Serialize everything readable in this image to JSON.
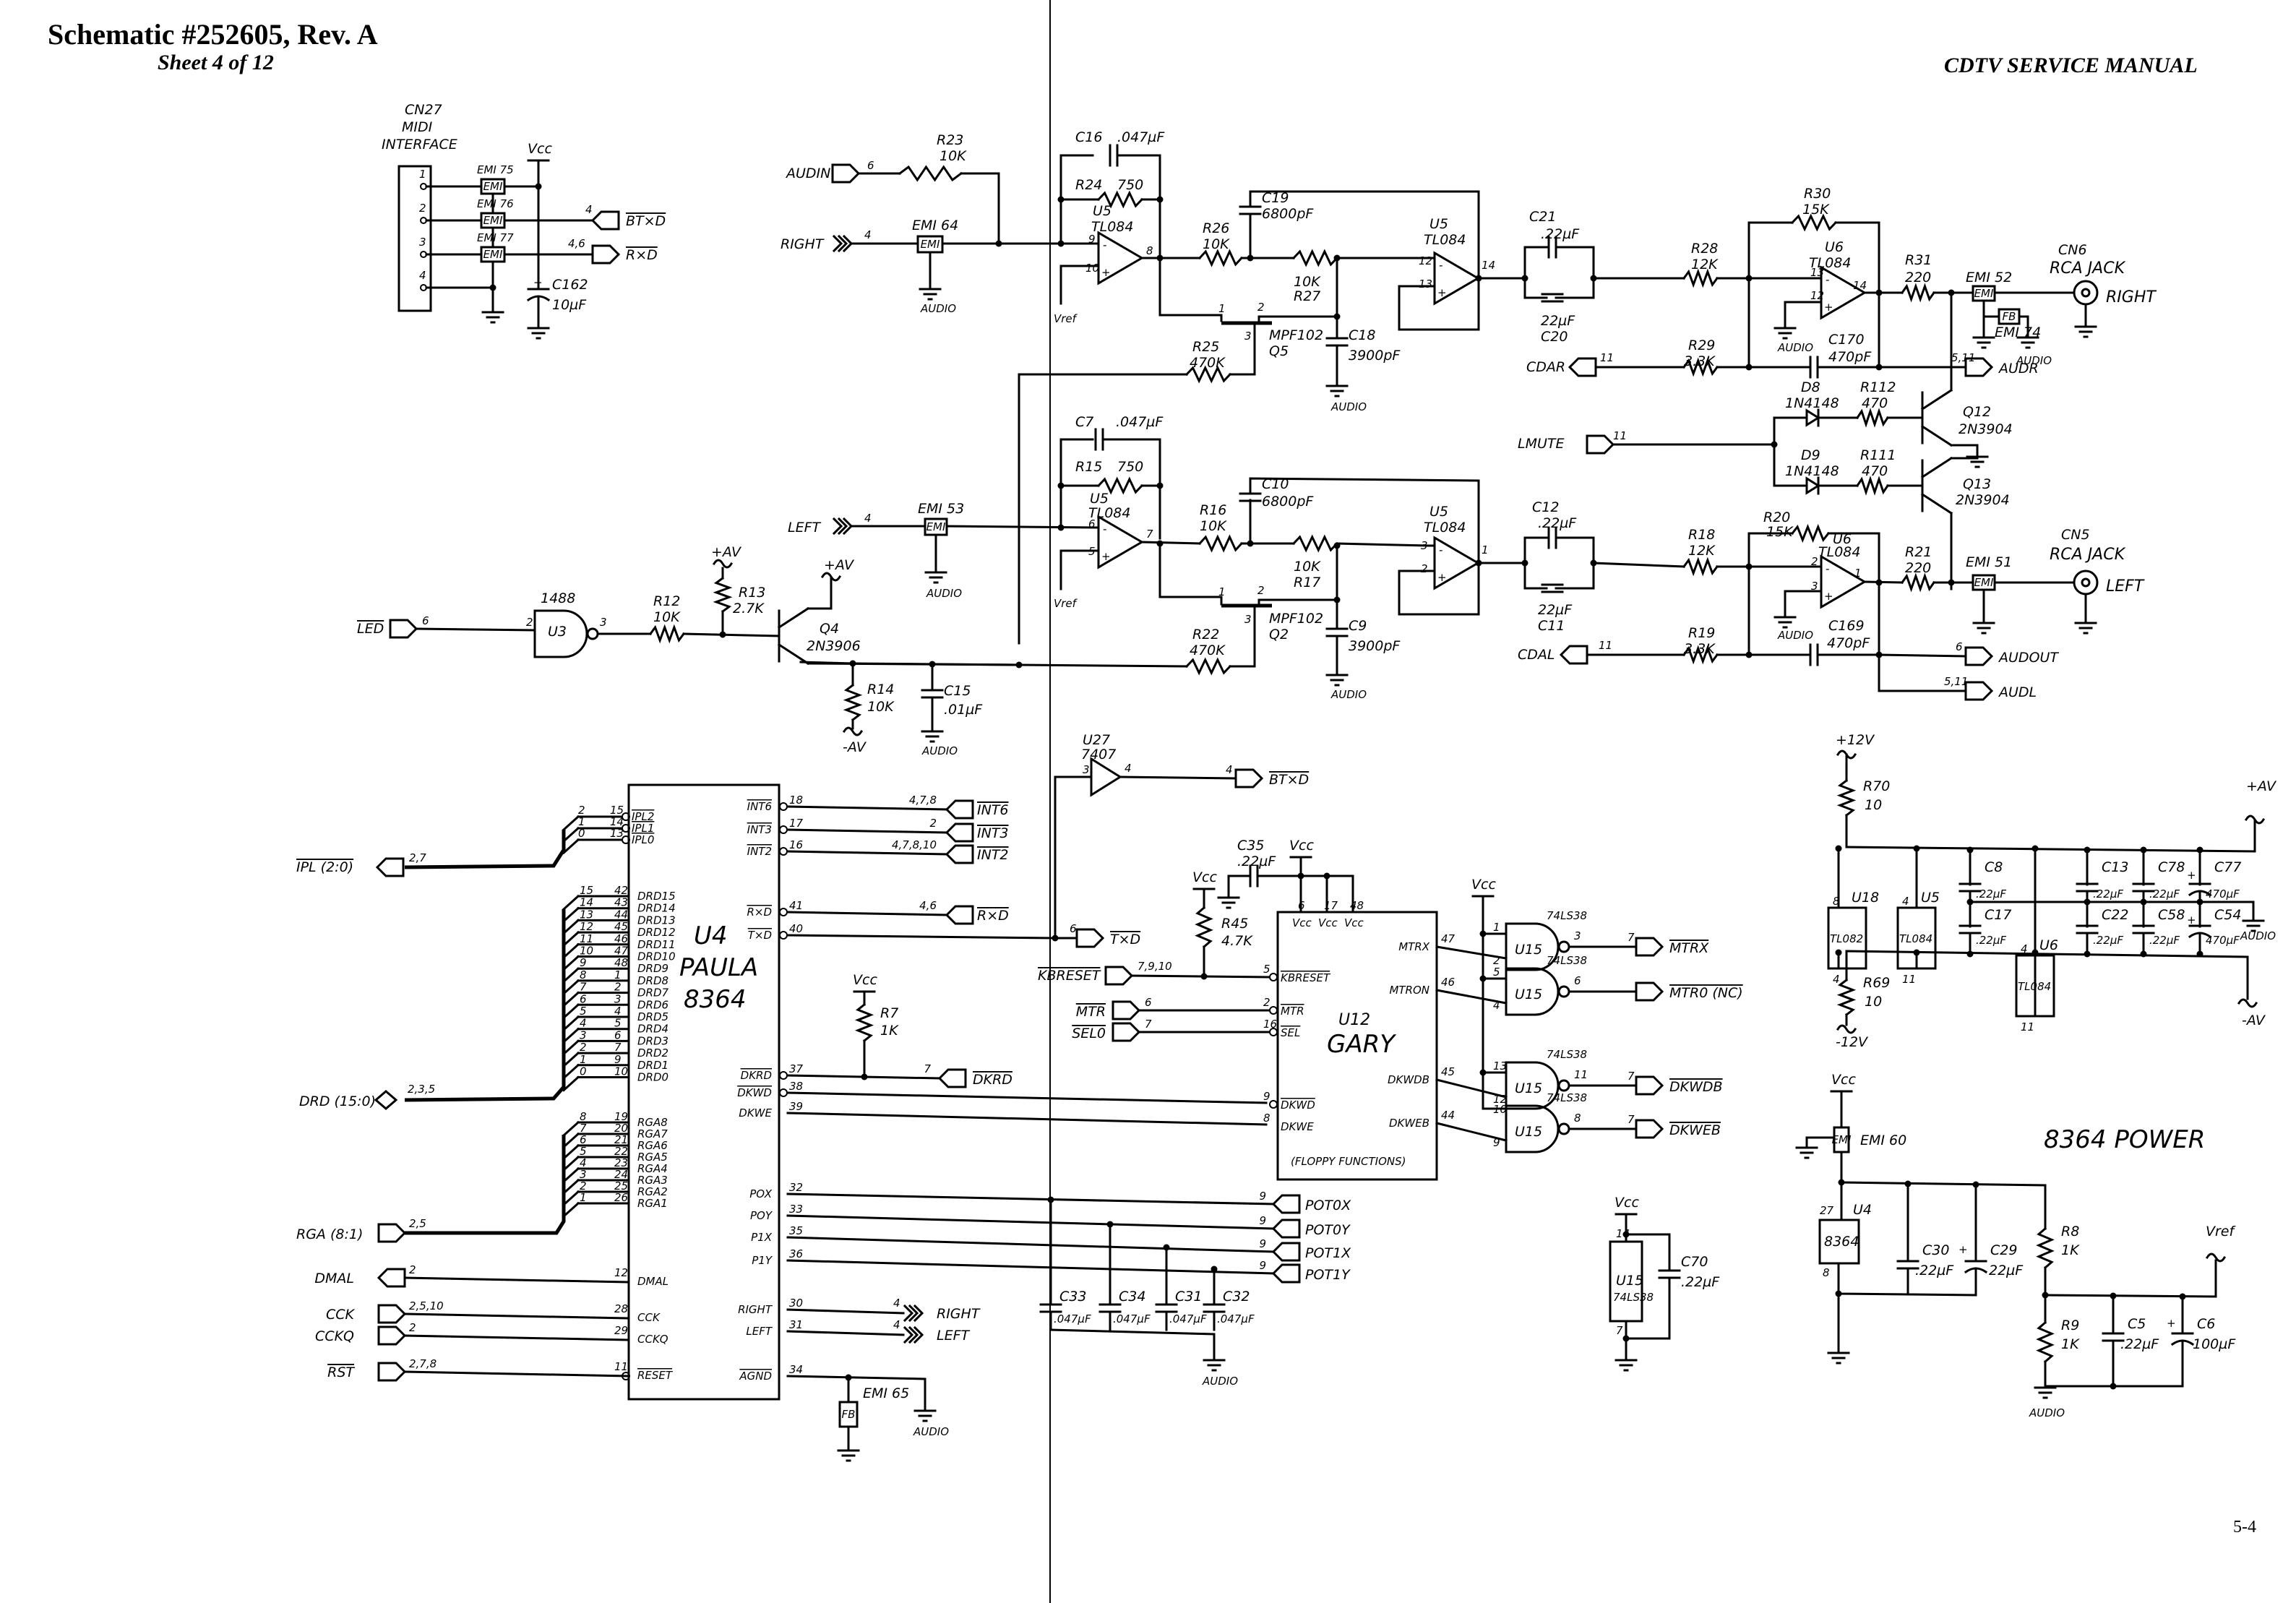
{
  "header": {
    "title": "Schematic #252605, Rev. A",
    "sheet": "Sheet 4 of 12",
    "manual": "CDTV SERVICE MANUAL",
    "page_number": "5-4"
  },
  "midi": {
    "connector": "CN27",
    "title1": "MIDI",
    "title2": "INTERFACE",
    "pins": [
      "1",
      "2",
      "3",
      "4"
    ],
    "emi": [
      "EMI 75",
      "EMI 76",
      "EMI 77"
    ],
    "emi_body": "EMI",
    "vcc": "Vcc",
    "cap": "C162",
    "cap_value": "10µF",
    "signals": [
      {
        "name": "BT×D",
        "ref": "4"
      },
      {
        "name": "R×D",
        "ref": "4,6"
      }
    ]
  },
  "right_channel": {
    "audin": "AUDIN",
    "audin_ref": "6",
    "input": "RIGHT",
    "input_ref": "4",
    "r23": "R23",
    "r23_v": "10K",
    "emi64": "EMI 64",
    "c16": "C16",
    "c16_v": ".047µF",
    "r24": "R24",
    "r24_v": "750",
    "u5a": "U5",
    "u5a_t": "TL084",
    "u5a_pins": [
      "9",
      "10",
      "8"
    ],
    "r26": "R26",
    "r26_v": "10K",
    "c19": "C19",
    "c19_v": "6800pF",
    "r27": "R27",
    "r27_v": "10K",
    "q5": "Q5",
    "q5_t": "MPF102",
    "q5_pins": [
      "1",
      "2",
      "3"
    ],
    "r25": "R25",
    "r25_v": "470K",
    "c18": "C18",
    "c18_v": "3900pF",
    "u5b": "U5",
    "u5b_t": "TL084",
    "u5b_pins": [
      "12",
      "13",
      "14"
    ],
    "c21": "C21",
    "c21_v": ".22µF",
    "c20": "C20",
    "c20_v": "22µF",
    "r28": "R28",
    "r28_v": "12K",
    "r30": "R30",
    "r30_v": "15K",
    "u6a": "U6",
    "u6a_t": "TL084",
    "u6a_pins": [
      "13",
      "12",
      "14"
    ],
    "r31": "R31",
    "r31_v": "220",
    "emi52": "EMI 52",
    "emi74": "EMI 74",
    "fb": "FB",
    "jack": "CN6",
    "jack_t": "RCA JACK",
    "jack_out": "RIGHT",
    "cdar": "CDAR",
    "cdar_ref": "11",
    "r29": "R29",
    "r29_v": "3.3K",
    "c170": "C170",
    "c170_v": "470pF",
    "audr": "AUDR",
    "audr_ref": "5,11"
  },
  "mute": {
    "lmute": "LMUTE",
    "lmute_ref": "11",
    "d8": "D8",
    "d8_t": "1N4148",
    "r112": "R112",
    "r112_v": "470",
    "q12": "Q12",
    "q12_t": "2N3904",
    "d9": "D9",
    "d9_t": "1N4148",
    "r111": "R111",
    "r111_v": "470",
    "q13": "Q13",
    "q13_t": "2N3904"
  },
  "left_channel": {
    "input": "LEFT",
    "input_ref": "4",
    "emi53": "EMI 53",
    "c7": "C7",
    "c7_v": ".047µF",
    "r15": "R15",
    "r15_v": "750",
    "u5c": "U5",
    "u5c_t": "TL084",
    "u5c_pins": [
      "6",
      "5",
      "7"
    ],
    "r16": "R16",
    "r16_v": "10K",
    "c10": "C10",
    "c10_v": "6800pF",
    "r17": "R17",
    "r17_v": "10K",
    "q2": "Q2",
    "q2_t": "MPF102",
    "r22": "R22",
    "r22_v": "470K",
    "c9": "C9",
    "c9_v": "3900pF",
    "u5d": "U5",
    "u5d_t": "TL084",
    "u5d_pins": [
      "3",
      "2",
      "1"
    ],
    "c12": "C12",
    "c12_v": ".22µF",
    "c11": "C11",
    "c11_v": "22µF",
    "r18": "R18",
    "r18_v": "12K",
    "r20": "R20",
    "r20_v": "15K",
    "u6b": "U6",
    "u6b_t": "TL084",
    "u6b_pins": [
      "2",
      "3",
      "1"
    ],
    "r21": "R21",
    "r21_v": "220",
    "emi51": "EMI 51",
    "jack": "CN5",
    "jack_t": "RCA JACK",
    "jack_out": "LEFT",
    "cdal": "CDAL",
    "cdal_ref": "11",
    "r19": "R19",
    "r19_v": "3.3K",
    "c169": "C169",
    "c169_v": "470pF",
    "audout": "AUDOUT",
    "audout_ref": "6",
    "audl": "AUDL",
    "audl_ref": "5,11"
  },
  "led": {
    "led": "LED",
    "led_ref": "6",
    "u3": "U3",
    "u3_t": "1488",
    "u3_pins": [
      "2",
      "3"
    ],
    "r12": "R12",
    "r12_v": "10K",
    "r13": "R13",
    "r13_v": "2.7K",
    "q4": "Q4",
    "q4_t": "2N3906",
    "pav": "+AV",
    "nav": "-AV",
    "r14": "R14",
    "r14_v": "10K",
    "c15": "C15",
    "c15_v": ".01µF"
  },
  "common": {
    "audio_gnd": "AUDIO",
    "vref": "Vref",
    "vcc": "Vcc"
  },
  "paula": {
    "ref": "U4",
    "name": "PAULA",
    "part": "8364",
    "ipl_bus": "IPL (2:0)",
    "ipl_bus_ref": "2,7",
    "ipl_pins": [
      {
        "bit": "2",
        "pin": "15",
        "name": "IPL2"
      },
      {
        "bit": "1",
        "pin": "14",
        "name": "IPL1"
      },
      {
        "bit": "0",
        "pin": "13",
        "name": "IPL0"
      }
    ],
    "drd_bus": "DRD (15:0)",
    "drd_bus_ref": "2,3,5",
    "drd_pins": [
      {
        "bit": "15",
        "pin": "42",
        "name": "DRD15"
      },
      {
        "bit": "14",
        "pin": "43",
        "name": "DRD14"
      },
      {
        "bit": "13",
        "pin": "44",
        "name": "DRD13"
      },
      {
        "bit": "12",
        "pin": "45",
        "name": "DRD12"
      },
      {
        "bit": "11",
        "pin": "46",
        "name": "DRD11"
      },
      {
        "bit": "10",
        "pin": "47",
        "name": "DRD10"
      },
      {
        "bit": "9",
        "pin": "48",
        "name": "DRD9"
      },
      {
        "bit": "8",
        "pin": "1",
        "name": "DRD8"
      },
      {
        "bit": "7",
        "pin": "2",
        "name": "DRD7"
      },
      {
        "bit": "6",
        "pin": "3",
        "name": "DRD6"
      },
      {
        "bit": "5",
        "pin": "4",
        "name": "DRD5"
      },
      {
        "bit": "4",
        "pin": "5",
        "name": "DRD4"
      },
      {
        "bit": "3",
        "pin": "6",
        "name": "DRD3"
      },
      {
        "bit": "2",
        "pin": "7",
        "name": "DRD2"
      },
      {
        "bit": "1",
        "pin": "9",
        "name": "DRD1"
      },
      {
        "bit": "0",
        "pin": "10",
        "name": "DRD0"
      }
    ],
    "rga_bus": "RGA (8:1)",
    "rga_bus_ref": "2,5",
    "rga_pins": [
      {
        "bit": "8",
        "pin": "19",
        "name": "RGA8"
      },
      {
        "bit": "7",
        "pin": "20",
        "name": "RGA7"
      },
      {
        "bit": "6",
        "pin": "21",
        "name": "RGA6"
      },
      {
        "bit": "5",
        "pin": "22",
        "name": "RGA5"
      },
      {
        "bit": "4",
        "pin": "23",
        "name": "RGA4"
      },
      {
        "bit": "3",
        "pin": "24",
        "name": "RGA3"
      },
      {
        "bit": "2",
        "pin": "25",
        "name": "RGA2"
      },
      {
        "bit": "1",
        "pin": "26",
        "name": "RGA1"
      }
    ],
    "left_signals": [
      {
        "net": "DMAL",
        "ref": "2",
        "pin": "12",
        "name": "DMAL"
      },
      {
        "net": "CCK",
        "ref": "2,5,10",
        "pin": "28",
        "name": "CCK"
      },
      {
        "net": "CCKQ",
        "ref": "2",
        "pin": "29",
        "name": "CCKQ"
      },
      {
        "net": "RST",
        "ref": "2,7,8",
        "pin": "11",
        "name": "RESET"
      }
    ],
    "right_pins": [
      {
        "pin": "18",
        "name": "INT6",
        "net": "INT6",
        "ref": "4,7,8"
      },
      {
        "pin": "17",
        "name": "INT3",
        "net": "INT3",
        "ref": "2"
      },
      {
        "pin": "16",
        "name": "INT2",
        "net": "INT2",
        "ref": "4,7,8,10"
      },
      {
        "pin": "41",
        "name": "R×D",
        "net": "R×D",
        "ref": "4,6"
      },
      {
        "pin": "40",
        "name": "T×D",
        "net": "T×D",
        "ref": "6"
      },
      {
        "pin": "37",
        "name": "DKRD",
        "net": "DKRD",
        "ref": "7"
      },
      {
        "pin": "38",
        "name": "DKWD",
        "net": "",
        "ref": ""
      },
      {
        "pin": "39",
        "name": "DKWE",
        "net": "",
        "ref": ""
      },
      {
        "pin": "32",
        "name": "POX",
        "net": "POT0X",
        "ref": "9"
      },
      {
        "pin": "33",
        "name": "POY",
        "net": "POT0Y",
        "ref": "9"
      },
      {
        "pin": "35",
        "name": "P1X",
        "net": "POT1X",
        "ref": "9"
      },
      {
        "pin": "36",
        "name": "P1Y",
        "net": "POT1Y",
        "ref": "9"
      },
      {
        "pin": "30",
        "name": "RIGHT",
        "net": "RIGHT",
        "ref": "4"
      },
      {
        "pin": "31",
        "name": "LEFT",
        "net": "LEFT",
        "ref": "4"
      },
      {
        "pin": "34",
        "name": "AGND",
        "net": "",
        "ref": ""
      }
    ],
    "emi65": "EMI 65",
    "fb": "FB"
  },
  "u27": {
    "ref": "U27",
    "part": "7407",
    "pins": [
      "3",
      "4"
    ],
    "net": "BT×D",
    "net_ref": "4"
  },
  "r7": {
    "ref": "R7",
    "value": "1K"
  },
  "pot_caps": [
    {
      "ref": "C33",
      "value": ".047µF"
    },
    {
      "ref": "C34",
      "value": ".047µF"
    },
    {
      "ref": "C31",
      "value": ".047µF"
    },
    {
      "ref": "C32",
      "value": ".047µF"
    }
  ],
  "gary": {
    "ref": "U12",
    "name": "GARY",
    "note": "(FLOPPY FUNCTIONS)",
    "vcc_pins": [
      {
        "pin": "6",
        "name": "Vcc"
      },
      {
        "pin": "17",
        "name": "Vcc"
      },
      {
        "pin": "48",
        "name": "Vcc"
      }
    ],
    "c35": "C35",
    "c35_v": ".22µF",
    "r45": "R45",
    "r45_v": "4.7K",
    "kbreset": "KBRESET",
    "kbreset_ref": "7,9,10",
    "left_pins": [
      {
        "pin": "5",
        "name": "KBRESET"
      },
      {
        "pin": "2",
        "name": "MTR",
        "net": "MTR",
        "ref": "6"
      },
      {
        "pin": "16",
        "name": "SEL",
        "net": "SEL0",
        "ref": "7"
      },
      {
        "pin": "9",
        "name": "DKWD"
      },
      {
        "pin": "8",
        "name": "DKWE"
      }
    ],
    "right_pins": [
      {
        "pin": "47",
        "name": "MTRX"
      },
      {
        "pin": "46",
        "name": "MTRON"
      },
      {
        "pin": "45",
        "name": "DKWDB"
      },
      {
        "pin": "44",
        "name": "DKWEB"
      }
    ]
  },
  "u15": {
    "ref": "U15",
    "part": "74LS38",
    "gates": [
      {
        "in1": "1",
        "in2": "2",
        "out": "3",
        "net": "MTRX",
        "ref": "7"
      },
      {
        "in1": "5",
        "in2": "4",
        "out": "6",
        "net": "MTR0 (NC)",
        "ref": ""
      },
      {
        "in1": "13",
        "in2": "12",
        "out": "11",
        "net": "DKWDB",
        "ref": "7"
      },
      {
        "in1": "10",
        "in2": "9",
        "out": "8",
        "net": "DKWEB",
        "ref": "7"
      }
    ],
    "power_pins": [
      "14",
      "7"
    ],
    "c70": "C70",
    "c70_v": ".22µF"
  },
  "power": {
    "p12": "+12V",
    "n12": "-12V",
    "r70": "R70",
    "r70_v": "10",
    "r69": "R69",
    "r69_v": "10",
    "pav": "+AV",
    "nav": "-AV",
    "chips": [
      {
        "ref": "U18",
        "part": "TL082",
        "vp": "8",
        "vn": "4"
      },
      {
        "ref": "U5",
        "part": "TL084",
        "vp": "4",
        "vn": "11"
      },
      {
        "ref": "U6",
        "part": "TL084",
        "vp": "4",
        "vn": "11"
      }
    ],
    "caps_top": [
      {
        "ref": "C8",
        "value": ".22µF"
      },
      {
        "ref": "C13",
        "value": ".22µF"
      },
      {
        "ref": "C78",
        "value": ".22µF"
      },
      {
        "ref": "C77",
        "value": "470µF"
      }
    ],
    "caps_bot": [
      {
        "ref": "C17",
        "value": ".22µF"
      },
      {
        "ref": "C22",
        "value": ".22µF"
      },
      {
        "ref": "C58",
        "value": ".22µF"
      },
      {
        "ref": "C54",
        "value": "470µF"
      }
    ]
  },
  "paula_power": {
    "title": "8364 POWER",
    "emi60": "EMI 60",
    "u4": "U4",
    "u4_part": "8364",
    "pins": [
      "27",
      "8"
    ],
    "c30": "C30",
    "c30_v": ".22µF",
    "c29": "C29",
    "c29_v": "22µF",
    "r8": "R8",
    "r8_v": "1K",
    "r9": "R9",
    "r9_v": "1K",
    "c5": "C5",
    "c5_v": ".22µF",
    "c6": "C6",
    "c6_v": "100µF"
  }
}
